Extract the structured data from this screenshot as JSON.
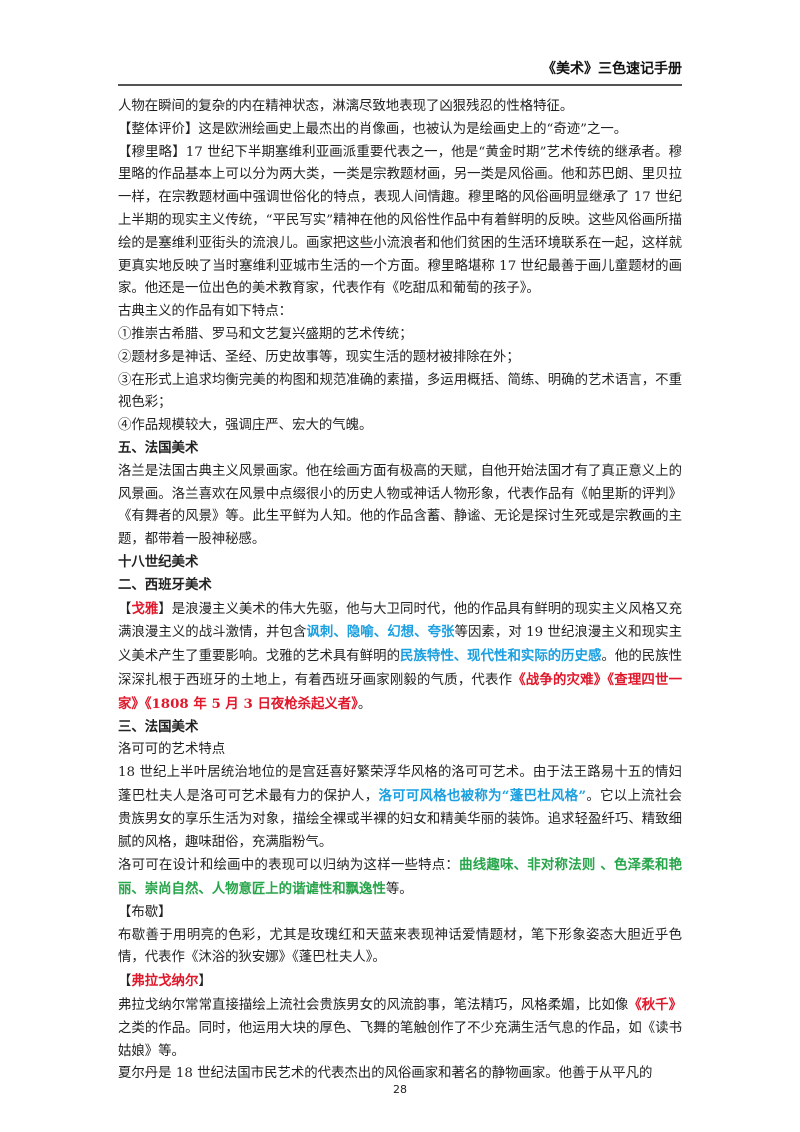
{
  "header": {
    "title": "《美术》三色速记手册"
  },
  "page_number": "28",
  "p1": "人物在瞬间的复杂的内在精神状态，淋漓尽致地表现了凶狠残忍的性格特征。",
  "p2": "【整体评价】这是欧洲绘画史上最杰出的肖像画，也被认为是绘画史上的“奇迹”之一。",
  "p3": "【穆里略】17 世纪下半期塞维利亚画派重要代表之一，他是“黄金时期”艺术传统的继承者。穆里略的作品基本上可以分为两大类，一类是宗教题材画，另一类是风俗画。他和苏巴朗、里贝拉一样，在宗教题材画中强调世俗化的特点，表现人间情趣。穆里略的风俗画明显继承了 17 世纪上半期的现实主义传统，“平民写实”精神在他的风俗性作品中有着鲜明的反映。这些风俗画所描绘的是塞维利亚街头的流浪儿。画家把这些小流浪者和他们贫困的生活环境联系在一起，这样就更真实地反映了当时塞维利亚城市生活的一个方面。穆里略堪称 17 世纪最善于画儿童题材的画家。他还是一位出色的美术教育家，代表作有《吃甜瓜和葡萄的孩子》。",
  "p4": "古典主义的作品有如下特点：",
  "p5": "①推崇古希腊、罗马和文艺复兴盛期的艺术传统；",
  "p6": "②题材多是神话、圣经、历史故事等，现实生活的题材被排除在外；",
  "p7": "③在形式上追求均衡完美的构图和规范准确的素描，多运用概括、简练、明确的艺术语言，不重视色彩；",
  "p8": "④作品规模较大，强调庄严、宏大的气魄。",
  "h1": "五、法国美术",
  "p9": "洛兰是法国古典主义风景画家。他在绘画方面有极高的天赋，自他开始法国才有了真正意义上的风景画。洛兰喜欢在风景中点缀很小的历史人物或神话人物形象，代表作品有《帕里斯的评判》《有舞者的风景》等。此生平鲜为人知。他的作品含蓄、静谧、无论是探讨生死或是宗教画的主题，都带着一股神秘感。",
  "h2": "十八世纪美术",
  "h3": "二、西班牙美术",
  "goya": {
    "t1": "【",
    "name": "戈雅",
    "t2": "】是浪漫主义美术的伟大先驱，他与大卫同时代，他的作品具有鲜明的现实主义风格又充满浪漫主义的战斗激情，并包含",
    "k1": "讽刺、隐喻、幻想、夸张",
    "t3": "等因素，对 19 世纪浪漫主义和现实主义美术产生了重要影响。戈雅的艺术具有鲜明的",
    "k2": "民族特性、现代性和实际的历史感",
    "t4": "。他的民族性深深扎根于西班牙的土地上，有着西班牙画家刚毅的气质，代表作",
    "works": "《战争的灾难》《查理四世一家》《1808 年 5 月 3 日夜枪杀起义者》",
    "t5": "。"
  },
  "h4": "三、法国美术",
  "p10": "洛可可的艺术特点",
  "rococo": {
    "t1": "18 世纪上半叶居统治地位的是宫廷喜好繁荣浮华风格的洛可可艺术。由于法王路易十五的情妇蓬巴杜夫人是洛可可艺术最有力的保护人，",
    "k1": "洛可可风格也被称为“蓬巴杜风格”",
    "t2": "。它以上流社会贵族男女的享乐生活为对象，描绘全裸或半裸的妇女和精美华丽的装饰。追求轻盈纤巧、精致细腻的风格，趣味甜俗，充满脂粉气。"
  },
  "features": {
    "t1": "洛可可在设计和绘画中的表现可以归纳为这样一些特点：",
    "k1": "曲线趣味、非对称法则 、色泽柔和艳丽、崇尚自然、人物意匠上的谐谑性和飘逸性",
    "t2": "等。"
  },
  "p11": "【布歇】",
  "p12": "布歇善于用明亮的色彩，尤其是玫瑰红和天蓝来表现神话爱情题材，笔下形象姿态大胆近乎色情，代表作《沐浴的狄安娜》《蓬巴杜夫人》。",
  "frag": {
    "t1": "【",
    "name": "弗拉戈纳尔",
    "t2": "】",
    "t3": "弗拉戈纳尔常常直接描绘上流社会贵族男女的风流韵事，笔法精巧，风格柔媚，比如像",
    "work": "《秋千》",
    "t4": "之类的作品。同时，他运用大块的厚色、飞舞的笔触创作了不少充满生活气息的作品，如《读书姑娘》等。"
  },
  "p13": "夏尔丹是 18 世纪法国市民艺术的代表杰出的风俗画家和著名的静物画家。他善于从平凡的"
}
